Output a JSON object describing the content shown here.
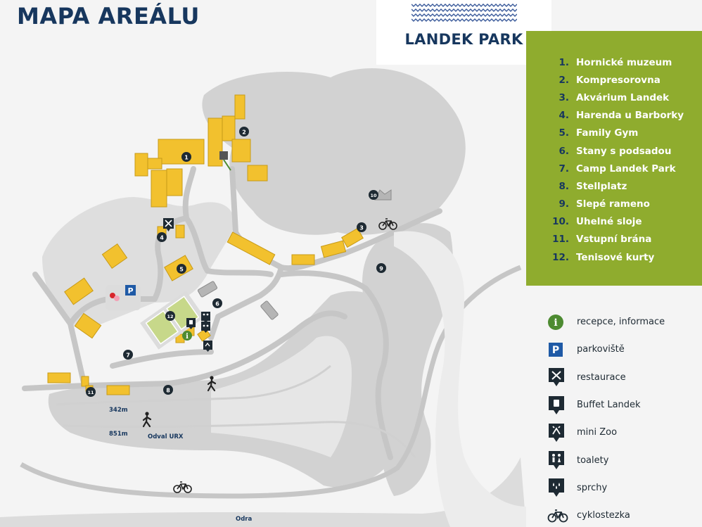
{
  "page": {
    "title": "MAPA AREÁLU",
    "brand": "LANDEK PARK"
  },
  "legend": {
    "items": [
      {
        "num": "1.",
        "label": "Hornické muzeum"
      },
      {
        "num": "2.",
        "label": "Kompresorovna"
      },
      {
        "num": "3.",
        "label": "Akvárium Landek"
      },
      {
        "num": "4.",
        "label": "Harenda u Barborky"
      },
      {
        "num": "5.",
        "label": "Family Gym"
      },
      {
        "num": "6.",
        "label": "Stany s podsadou"
      },
      {
        "num": "7.",
        "label": "Camp Landek Park"
      },
      {
        "num": "8.",
        "label": "Stellplatz"
      },
      {
        "num": "9.",
        "label": "Slepé rameno"
      },
      {
        "num": "10.",
        "label": "Uhelné sloje"
      },
      {
        "num": "11.",
        "label": "Vstupní brána"
      },
      {
        "num": "12.",
        "label": "Tenisové kurty"
      }
    ]
  },
  "symbols": [
    {
      "icon": "info-icon",
      "label": "recepce, informace"
    },
    {
      "icon": "parking-icon",
      "label": "parkoviště"
    },
    {
      "icon": "restaurant-icon",
      "label": "restaurace"
    },
    {
      "icon": "buffet-icon",
      "label": "Buffet Landek"
    },
    {
      "icon": "zoo-icon",
      "label": "mini Zoo"
    },
    {
      "icon": "toilets-icon",
      "label": "toalety"
    },
    {
      "icon": "showers-icon",
      "label": "sprchy"
    },
    {
      "icon": "bicycle-icon",
      "label": "cyklostezka"
    }
  ],
  "map_labels": {
    "elev1": "342m",
    "elev2": "851m",
    "heap": "Odval URX",
    "river": "Odra",
    "parking": "P",
    "info": "i"
  },
  "markers": {
    "m1": "1",
    "m2": "2",
    "m3": "3",
    "m4": "4",
    "m5": "5",
    "m6": "6",
    "m7": "7",
    "m8": "8",
    "m9": "9",
    "m10": "10",
    "m11": "11",
    "m12": "12"
  },
  "colors": {
    "navy": "#17375e",
    "green": "#8fac2e",
    "building": "#f2c12e",
    "terrain": "#cfcfcf",
    "path": "#c4c4c4",
    "info_green": "#4d8b31",
    "parking_blue": "#1f5aa6"
  }
}
